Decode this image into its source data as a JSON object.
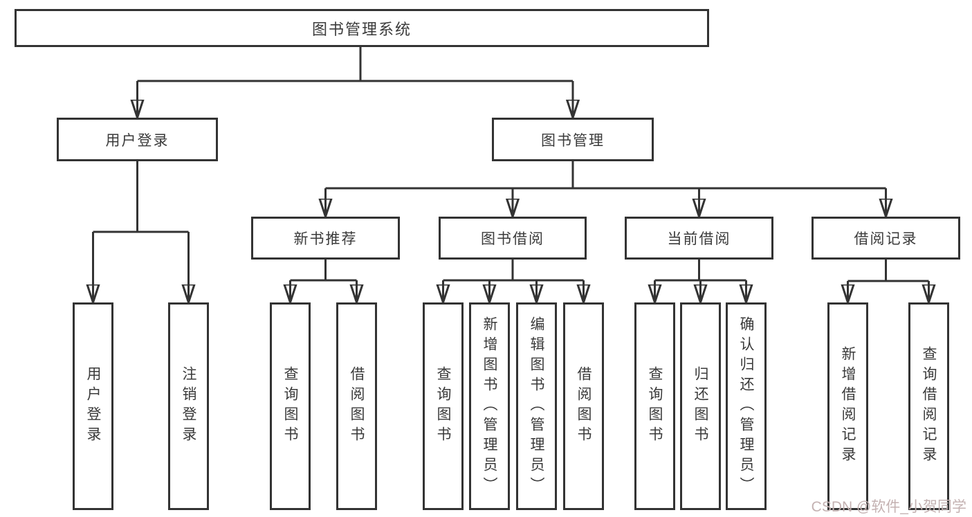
{
  "diagram": {
    "type": "tree",
    "colors": {
      "line": "#333333",
      "box_border": "#333333",
      "box_fill": "#ffffff",
      "text": "#3a3a3a",
      "background": "#ffffff",
      "watermark": "#c4b2b2"
    },
    "nodes": {
      "root": {
        "label": "图书管理系统"
      },
      "level2": [
        {
          "label": "用户登录"
        },
        {
          "label": "图书管理"
        }
      ],
      "level3": [
        {
          "label": "新书推荐",
          "parent": "图书管理"
        },
        {
          "label": "图书借阅",
          "parent": "图书管理"
        },
        {
          "label": "当前借阅",
          "parent": "图书管理"
        },
        {
          "label": "借阅记录",
          "parent": "图书管理"
        }
      ],
      "leaves": [
        {
          "label": "用户登录",
          "parent": "用户登录"
        },
        {
          "label": "注销登录",
          "parent": "用户登录"
        },
        {
          "label": "查询图书",
          "parent": "新书推荐"
        },
        {
          "label": "借阅图书",
          "parent": "新书推荐"
        },
        {
          "label": "查询图书",
          "parent": "图书借阅"
        },
        {
          "label": "新增图书（管理员）",
          "parent": "图书借阅"
        },
        {
          "label": "编辑图书（管理员）",
          "parent": "图书借阅"
        },
        {
          "label": "借阅图书",
          "parent": "图书借阅"
        },
        {
          "label": "查询图书",
          "parent": "当前借阅"
        },
        {
          "label": "归还图书",
          "parent": "当前借阅"
        },
        {
          "label": "确认归还（管理员）",
          "parent": "当前借阅"
        },
        {
          "label": "新增借阅记录",
          "parent": "借阅记录"
        },
        {
          "label": "查询借阅记录",
          "parent": "借阅记录"
        }
      ]
    },
    "watermark": {
      "text": "CSDN @软件_小贺同学"
    }
  }
}
